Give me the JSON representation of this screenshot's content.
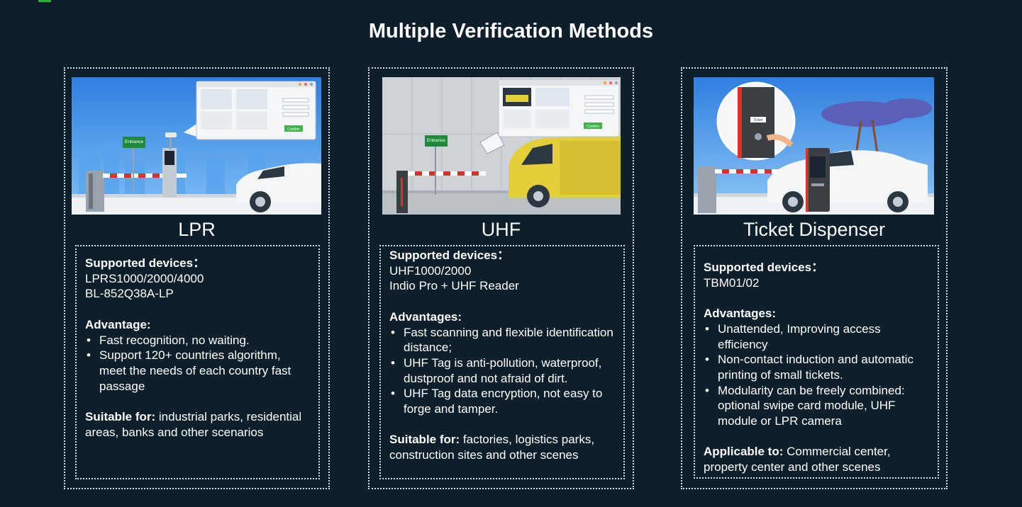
{
  "page": {
    "title": "Multiple Verification Methods"
  },
  "cards": [
    {
      "name": "LPR",
      "devices_label": "Supported devices：",
      "devices": [
        "LPRS1000/2000/4000",
        "BL-852Q38A-LP"
      ],
      "advantage_label": "Advantage:",
      "advantages": [
        "Fast recognition, no waiting.",
        "Support 120+ countries algorithm, meet the needs of each country fast passage"
      ],
      "suitable_label": "Suitable for:",
      "suitable_text": " industrial parks, residential areas, banks and other scenarios",
      "illustration": {
        "entrance_sign": "Entrance",
        "dialog_button": "Confirm"
      }
    },
    {
      "name": "UHF",
      "devices_label": "Supported devices：",
      "devices": [
        "UHF1000/2000",
        "Indio Pro + UHF Reader"
      ],
      "advantage_label": "Advantages:",
      "advantages": [
        "Fast scanning and flexible identification distance;",
        "UHF Tag is anti-pollution, waterproof, dustproof and not afraid of dirt.",
        "UHF Tag data encryption, not easy to forge and tamper."
      ],
      "suitable_label": "Suitable for:",
      "suitable_text": " factories, logistics parks, construction sites and other scenes",
      "illustration": {
        "entrance_sign": "Entrance",
        "dialog_button": "Confirm"
      }
    },
    {
      "name": "Ticket Dispenser",
      "devices_label": "Supported devices：",
      "devices": [
        "TBM01/02"
      ],
      "advantage_label": "Advantages:",
      "advantages": [
        "Unattended, Improving access efficiency",
        "Non-contact induction and automatic printing of small tickets.",
        "Modularity can be freely combined: optional swipe card module, UHF module or LPR camera"
      ],
      "suitable_label": "Applicable to:",
      "suitable_text": " Commercial center, property center and other scenes",
      "illustration": {
        "ticket_label": "Ticket"
      }
    }
  ],
  "colors": {
    "background": "#0d1f2a",
    "accent_green": "#2fae3a",
    "sky_blue": "#3a8ee8",
    "van_yellow": "#e3cf3a",
    "barrier_red": "#d9322b"
  }
}
